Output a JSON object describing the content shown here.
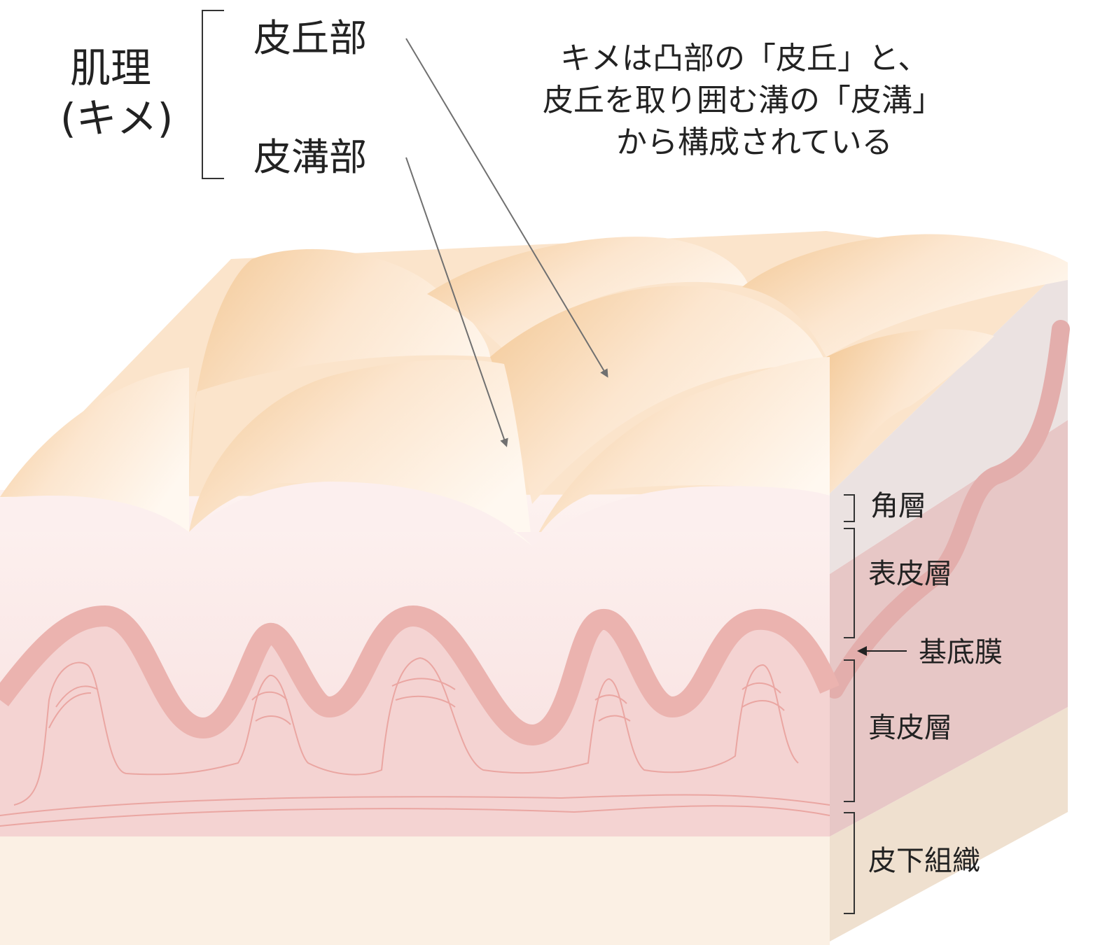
{
  "labels": {
    "kime_title_1": "肌理",
    "kime_title_2": "(キメ)",
    "hikyu": "皮丘部",
    "hiko": "皮溝部",
    "note_lines": [
      "キメは凸部の「皮丘」と、",
      "皮丘を取り囲む溝の「皮溝」",
      "から構成されている"
    ]
  },
  "layers": [
    {
      "key": "stratum_corneum",
      "label": "角層"
    },
    {
      "key": "epidermis",
      "label": "表皮層"
    },
    {
      "key": "basement",
      "label": "基底膜"
    },
    {
      "key": "dermis",
      "label": "真皮層"
    },
    {
      "key": "subcutis",
      "label": "皮下組織"
    }
  ],
  "colors": {
    "top_surface": "#f7d2a8",
    "top_highlight": "#fff4e8",
    "epidermis_front": "#f9e6e6",
    "basement_band": "#ecb4b0",
    "dermis_front": "#f4d2d1",
    "subcutis_front": "#fbf0e4",
    "side_epidermis": "#ede3e2",
    "side_dermis": "#e6c3c2",
    "side_subcutis": "#efe0cf",
    "arrow": "#707070",
    "text": "#222222"
  }
}
